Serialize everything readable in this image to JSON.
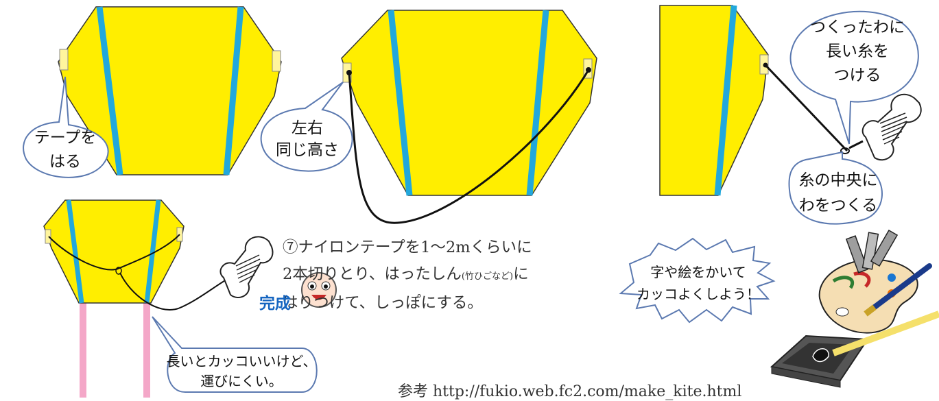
{
  "colors": {
    "kite_fill": "#ffee00",
    "spar": "#22a8dc",
    "tape": "#fff59d",
    "tail": "#f4a7c8",
    "bubble_stroke": "#5b79b0",
    "instruction_text": "#333333",
    "done_text": "#1565c0"
  },
  "callouts": {
    "tape": [
      "テープを",
      "はる"
    ],
    "same_height": [
      "左右",
      "同じ高さ"
    ],
    "long_thread": [
      "つくったわに",
      "長い糸を",
      "つける"
    ],
    "loop": [
      "糸の中央に",
      "わをつくる"
    ],
    "tail_note": [
      "長いとカッコいいけど、",
      "運びにくい。"
    ],
    "decorate": [
      "字や絵をかいて",
      "カッコよくしよう！"
    ]
  },
  "instruction": {
    "line1": "⑦ナイロンテープを1〜2mくらいに",
    "line2a": "2本切りとり、はったしん",
    "line2_small": "(竹ひごなど)",
    "line2b": "に",
    "line3": "はりつけて、しっぽにする。"
  },
  "done_label": "完成",
  "reference": "参考 http://fukio.web.fc2.com/make_kite.html"
}
